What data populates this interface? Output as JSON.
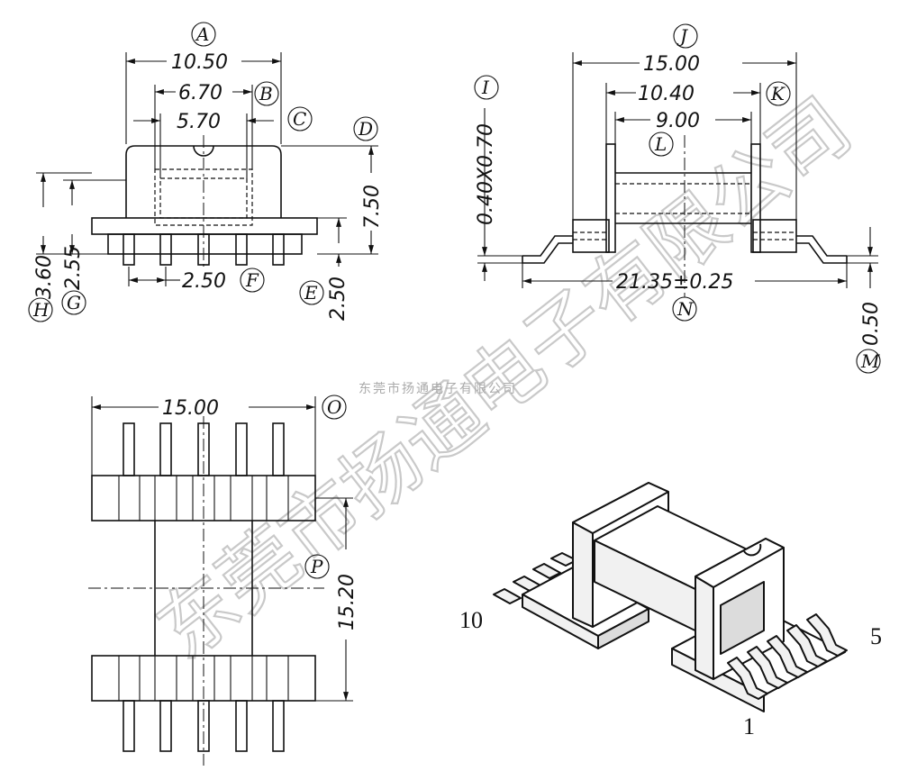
{
  "watermark": {
    "company_large": "东莞市扬通电子有限公司",
    "company_small": "东莞市扬通电子有限公司"
  },
  "front_view": {
    "dims": {
      "A": "10.50",
      "B": "6.70",
      "C": "5.70",
      "D": "7.50",
      "E": "2.50",
      "F": "2.50",
      "G": "2.55",
      "H": "3.60"
    },
    "labels": {
      "A": "A",
      "B": "B",
      "C": "C",
      "D": "D",
      "E": "E",
      "F": "F",
      "G": "G",
      "H": "H"
    }
  },
  "side_view": {
    "dims": {
      "I": "0.40X0.70",
      "J": "15.00",
      "K": "10.40",
      "L": "9.00",
      "M": "0.50",
      "N": "21.35±0.25"
    },
    "labels": {
      "I": "I",
      "J": "J",
      "K": "K",
      "L": "L",
      "M": "M",
      "N": "N"
    }
  },
  "top_view": {
    "dims": {
      "O": "15.00",
      "P": "15.20"
    },
    "labels": {
      "O": "O",
      "P": "P"
    }
  },
  "iso_view": {
    "pin_labels": {
      "pin10": "10",
      "pin5": "5",
      "pin1": "1"
    }
  }
}
